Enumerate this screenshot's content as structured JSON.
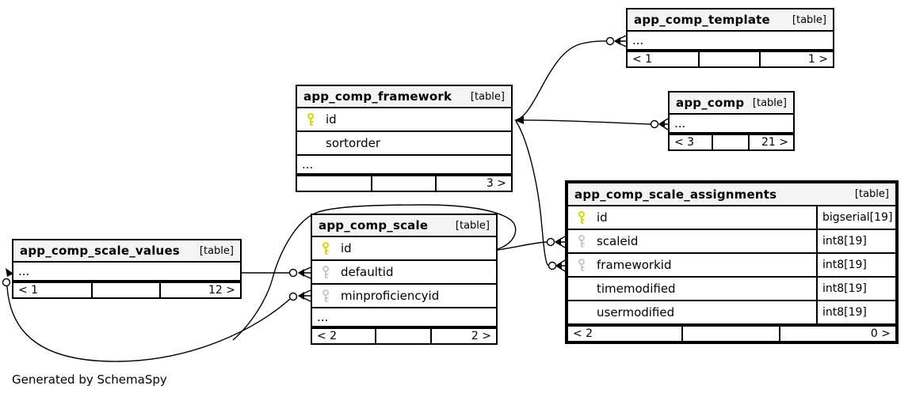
{
  "note": "Generated by SchemaSpy",
  "colors": {
    "primary_key": "#d6d60a",
    "foreign_key": "#c8c8c8",
    "header_bg": "#f4f4f4",
    "border": "#000000",
    "background": "#ffffff"
  },
  "tables": [
    {
      "name": "app_comp_template",
      "tag": "[table]",
      "rows": [
        {
          "name": "...",
          "key": "none"
        }
      ],
      "footer": {
        "left": "< 1",
        "middle": "",
        "right": "1 >"
      }
    },
    {
      "name": "app_comp",
      "tag": "[table]",
      "rows": [
        {
          "name": "...",
          "key": "none"
        }
      ],
      "footer": {
        "left": "< 3",
        "middle": "",
        "right": "21 >"
      }
    },
    {
      "name": "app_comp_framework",
      "tag": "[table]",
      "rows": [
        {
          "name": "id",
          "key": "primary"
        },
        {
          "name": "sortorder",
          "key": "none"
        },
        {
          "name": "...",
          "key": "none"
        }
      ],
      "footer": {
        "left": "",
        "middle": "",
        "right": "3 >"
      }
    },
    {
      "name": "app_comp_scale_assignments",
      "tag": "[table]",
      "rows": [
        {
          "name": "id",
          "type": "bigserial[19]",
          "key": "primary"
        },
        {
          "name": "scaleid",
          "type": "int8[19]",
          "key": "foreign"
        },
        {
          "name": "frameworkid",
          "type": "int8[19]",
          "key": "foreign"
        },
        {
          "name": "timemodified",
          "type": "int8[19]",
          "key": "none"
        },
        {
          "name": "usermodified",
          "type": "int8[19]",
          "key": "none"
        }
      ],
      "footer": {
        "left": "< 2",
        "middle": "",
        "right": "0 >"
      }
    },
    {
      "name": "app_comp_scale",
      "tag": "[table]",
      "rows": [
        {
          "name": "id",
          "key": "primary"
        },
        {
          "name": "defaultid",
          "key": "foreign"
        },
        {
          "name": "minproficiencyid",
          "key": "foreign"
        },
        {
          "name": "...",
          "key": "none"
        }
      ],
      "footer": {
        "left": "< 2",
        "middle": "",
        "right": "2 >"
      }
    },
    {
      "name": "app_comp_scale_values",
      "tag": "[table]",
      "rows": [
        {
          "name": "...",
          "key": "none"
        }
      ],
      "footer": {
        "left": "< 1",
        "middle": "",
        "right": "12 >"
      }
    }
  ],
  "relationships": [
    {
      "from": "app_comp_framework.id",
      "to": "app_comp_template"
    },
    {
      "from": "app_comp_framework.id",
      "to": "app_comp"
    },
    {
      "from": "app_comp_framework.id",
      "to": "app_comp_scale_assignments.frameworkid"
    },
    {
      "from": "app_comp_scale.id",
      "to": "app_comp_scale_assignments.scaleid"
    },
    {
      "from": "app_comp_scale.defaultid",
      "to": "app_comp_scale_values"
    },
    {
      "from": "app_comp_scale.minproficiencyid",
      "to": "app_comp_scale_values"
    },
    {
      "from": "app_comp_scale.id",
      "to": "app_comp_scale_values"
    }
  ]
}
